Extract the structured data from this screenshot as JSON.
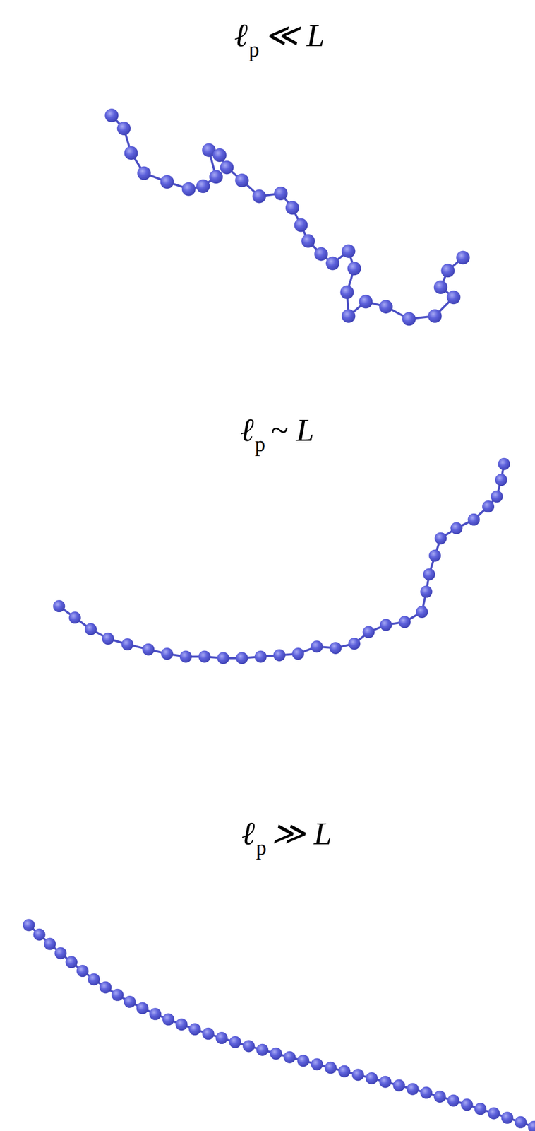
{
  "diagram": {
    "labels": [
      "ℓ",
      "p",
      "≪ L",
      "ℓ",
      "p",
      "~ L",
      "ℓ",
      "p",
      "≫ L"
    ]
  }
}
